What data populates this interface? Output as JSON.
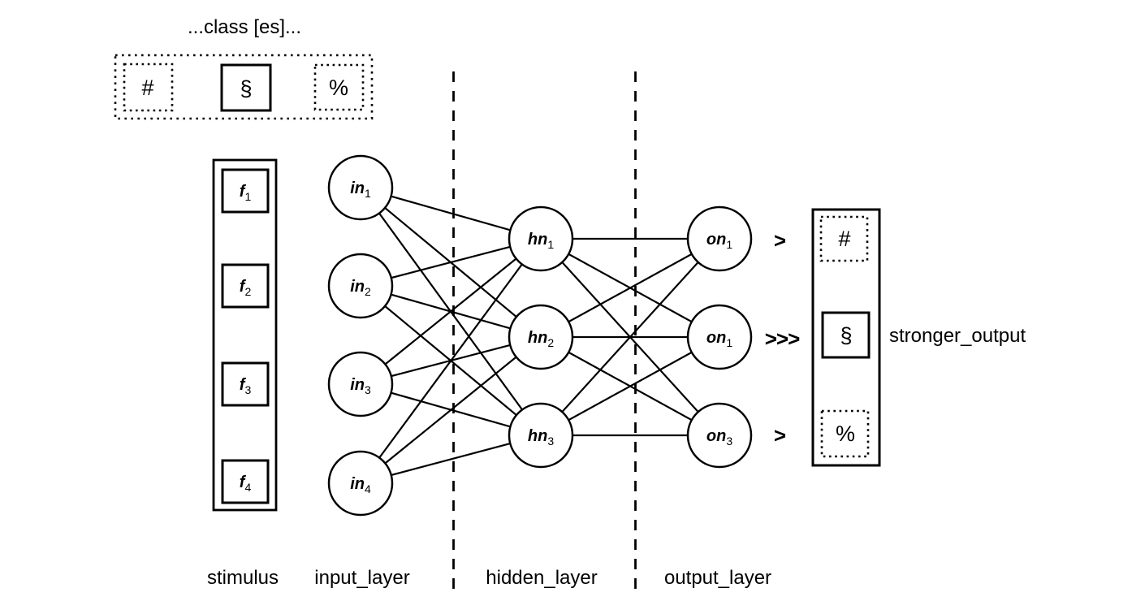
{
  "classes_panel": {
    "title": "...class [es]...",
    "items": [
      {
        "symbol": "#",
        "box_style": "dotted"
      },
      {
        "symbol": "§",
        "box_style": "solid"
      },
      {
        "symbol": "%",
        "box_style": "dotted"
      }
    ]
  },
  "stimulus": {
    "label": "stimulus",
    "features": [
      {
        "base": "f",
        "sub": "1"
      },
      {
        "base": "f",
        "sub": "2"
      },
      {
        "base": "f",
        "sub": "3"
      },
      {
        "base": "f",
        "sub": "4"
      }
    ]
  },
  "layers": {
    "input": {
      "label": "input_layer",
      "nodes": [
        {
          "base": "in",
          "sub": "1"
        },
        {
          "base": "in",
          "sub": "2"
        },
        {
          "base": "in",
          "sub": "3"
        },
        {
          "base": "in",
          "sub": "4"
        }
      ]
    },
    "hidden": {
      "label": "hidden_layer",
      "nodes": [
        {
          "base": "hn",
          "sub": "1"
        },
        {
          "base": "hn",
          "sub": "2"
        },
        {
          "base": "hn",
          "sub": "3"
        }
      ]
    },
    "output": {
      "label": "output_layer",
      "nodes": [
        {
          "base": "on",
          "sub": "1"
        },
        {
          "base": "on",
          "sub": "1"
        },
        {
          "base": "on",
          "sub": "3"
        }
      ]
    }
  },
  "output_panel": {
    "label": "stronger_output",
    "items": [
      {
        "symbol": "#",
        "box_style": "dotted",
        "strength": ">"
      },
      {
        "symbol": "§",
        "box_style": "solid",
        "strength": ">>>"
      },
      {
        "symbol": "%",
        "box_style": "dotted",
        "strength": ">"
      }
    ]
  },
  "colors": {
    "ink": "#000000",
    "background": "#ffffff"
  }
}
